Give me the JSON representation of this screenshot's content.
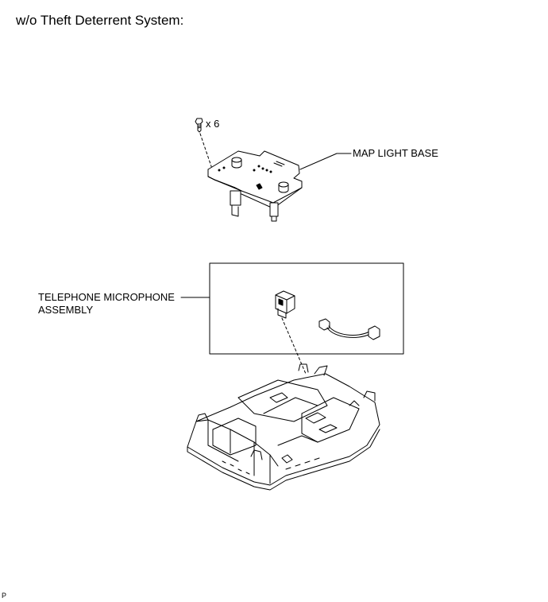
{
  "heading": "w/o Theft Deterrent System:",
  "labels": {
    "screw_qty": "x 6",
    "map_light_base": "MAP LIGHT BASE",
    "telephone_mic_line1": "TELEPHONE MICROPHONE",
    "telephone_mic_line2": "ASSEMBLY"
  },
  "footer_code": "P"
}
